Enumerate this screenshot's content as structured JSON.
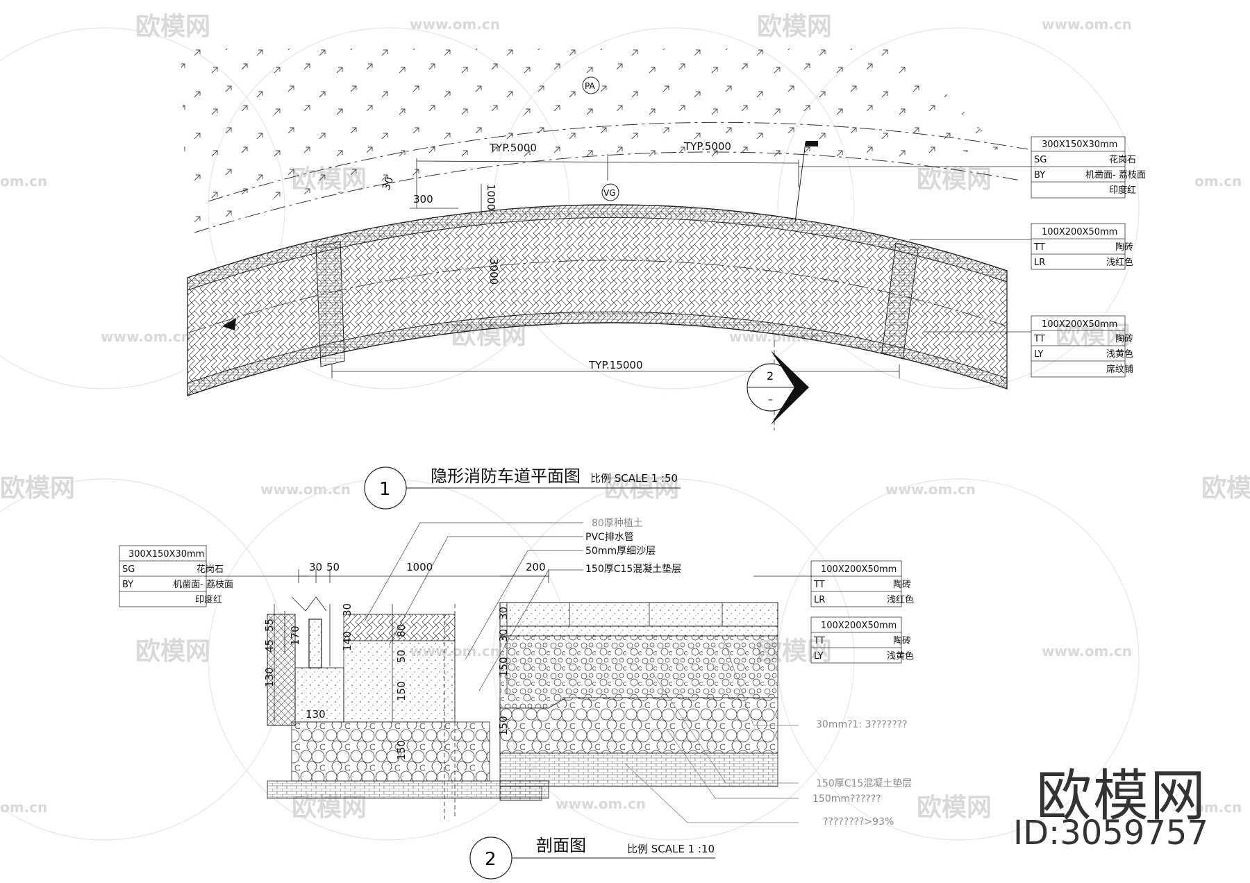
{
  "watermarks": {
    "brand": "欧模网",
    "url": "www.om.cn",
    "url_short": "om.cn"
  },
  "plan": {
    "markers": {
      "pa": "PA",
      "vg": "VG"
    },
    "dims": {
      "typ_left": "TYP.5000",
      "typ_right": "TYP.5000",
      "d30": "30",
      "d300": "300",
      "d1000": "1000",
      "d3000": "3000",
      "typ_long": "TYP.15000"
    },
    "section_marker": {
      "num": "2",
      "sub": "–"
    },
    "legends": [
      {
        "header": "300X150X30mm",
        "rows": [
          [
            "SG",
            "花岗石"
          ],
          [
            "BY",
            "机凿面- 荔枝面"
          ],
          [
            "",
            "印度红"
          ]
        ]
      },
      {
        "header": "100X200X50mm",
        "rows": [
          [
            "TT",
            "陶砖"
          ],
          [
            "LR",
            "浅红色"
          ]
        ]
      },
      {
        "header": "100X200X50mm",
        "rows": [
          [
            "TT",
            "陶砖"
          ],
          [
            "LY",
            "浅黄色"
          ],
          [
            "",
            "席纹铺"
          ]
        ]
      }
    ],
    "title": {
      "num": "1",
      "text": "隐形消防车道平面图",
      "scale": "比例  SCALE 1 :50"
    }
  },
  "section": {
    "legend_left": {
      "header": "300X150X30mm",
      "rows": [
        [
          "SG",
          "花岗石"
        ],
        [
          "BY",
          "机凿面- 荔枝面"
        ],
        [
          "",
          "印度红"
        ]
      ]
    },
    "legend_right1": {
      "header": "100X200X50mm",
      "rows": [
        [
          "TT",
          "陶砖"
        ],
        [
          "LR",
          "浅红色"
        ]
      ]
    },
    "legend_right2": {
      "header": "100X200X50mm",
      "rows": [
        [
          "TT",
          "陶砖"
        ],
        [
          "LY",
          "浅黄色"
        ]
      ]
    },
    "callouts_top": [
      "80厚种植土",
      "PVC排水管",
      "50mm厚细沙层",
      "150厚C15混凝土垫层"
    ],
    "callouts_right": [
      "30mm?1: 3???????",
      "150厚C15混凝土垫层",
      "150mm??????",
      "????????>93%"
    ],
    "dims": {
      "d30": "30",
      "d50": "50",
      "d1000": "1000",
      "d200": "200",
      "d45": "45",
      "d55": "55",
      "d170": "170",
      "d130v": "130",
      "d30b": "30",
      "d140": "140",
      "d80": "80",
      "d50b": "50",
      "d150a": "150",
      "d130h": "130",
      "d150b": "150",
      "d150c": "150",
      "d30c": "30",
      "d150d": "150",
      "d150e": "150"
    },
    "title": {
      "num": "2",
      "text": "剖面图",
      "scale": "比例  SCALE 1 :10"
    }
  },
  "brand": {
    "name": "欧模网",
    "id": "ID:3059757"
  }
}
